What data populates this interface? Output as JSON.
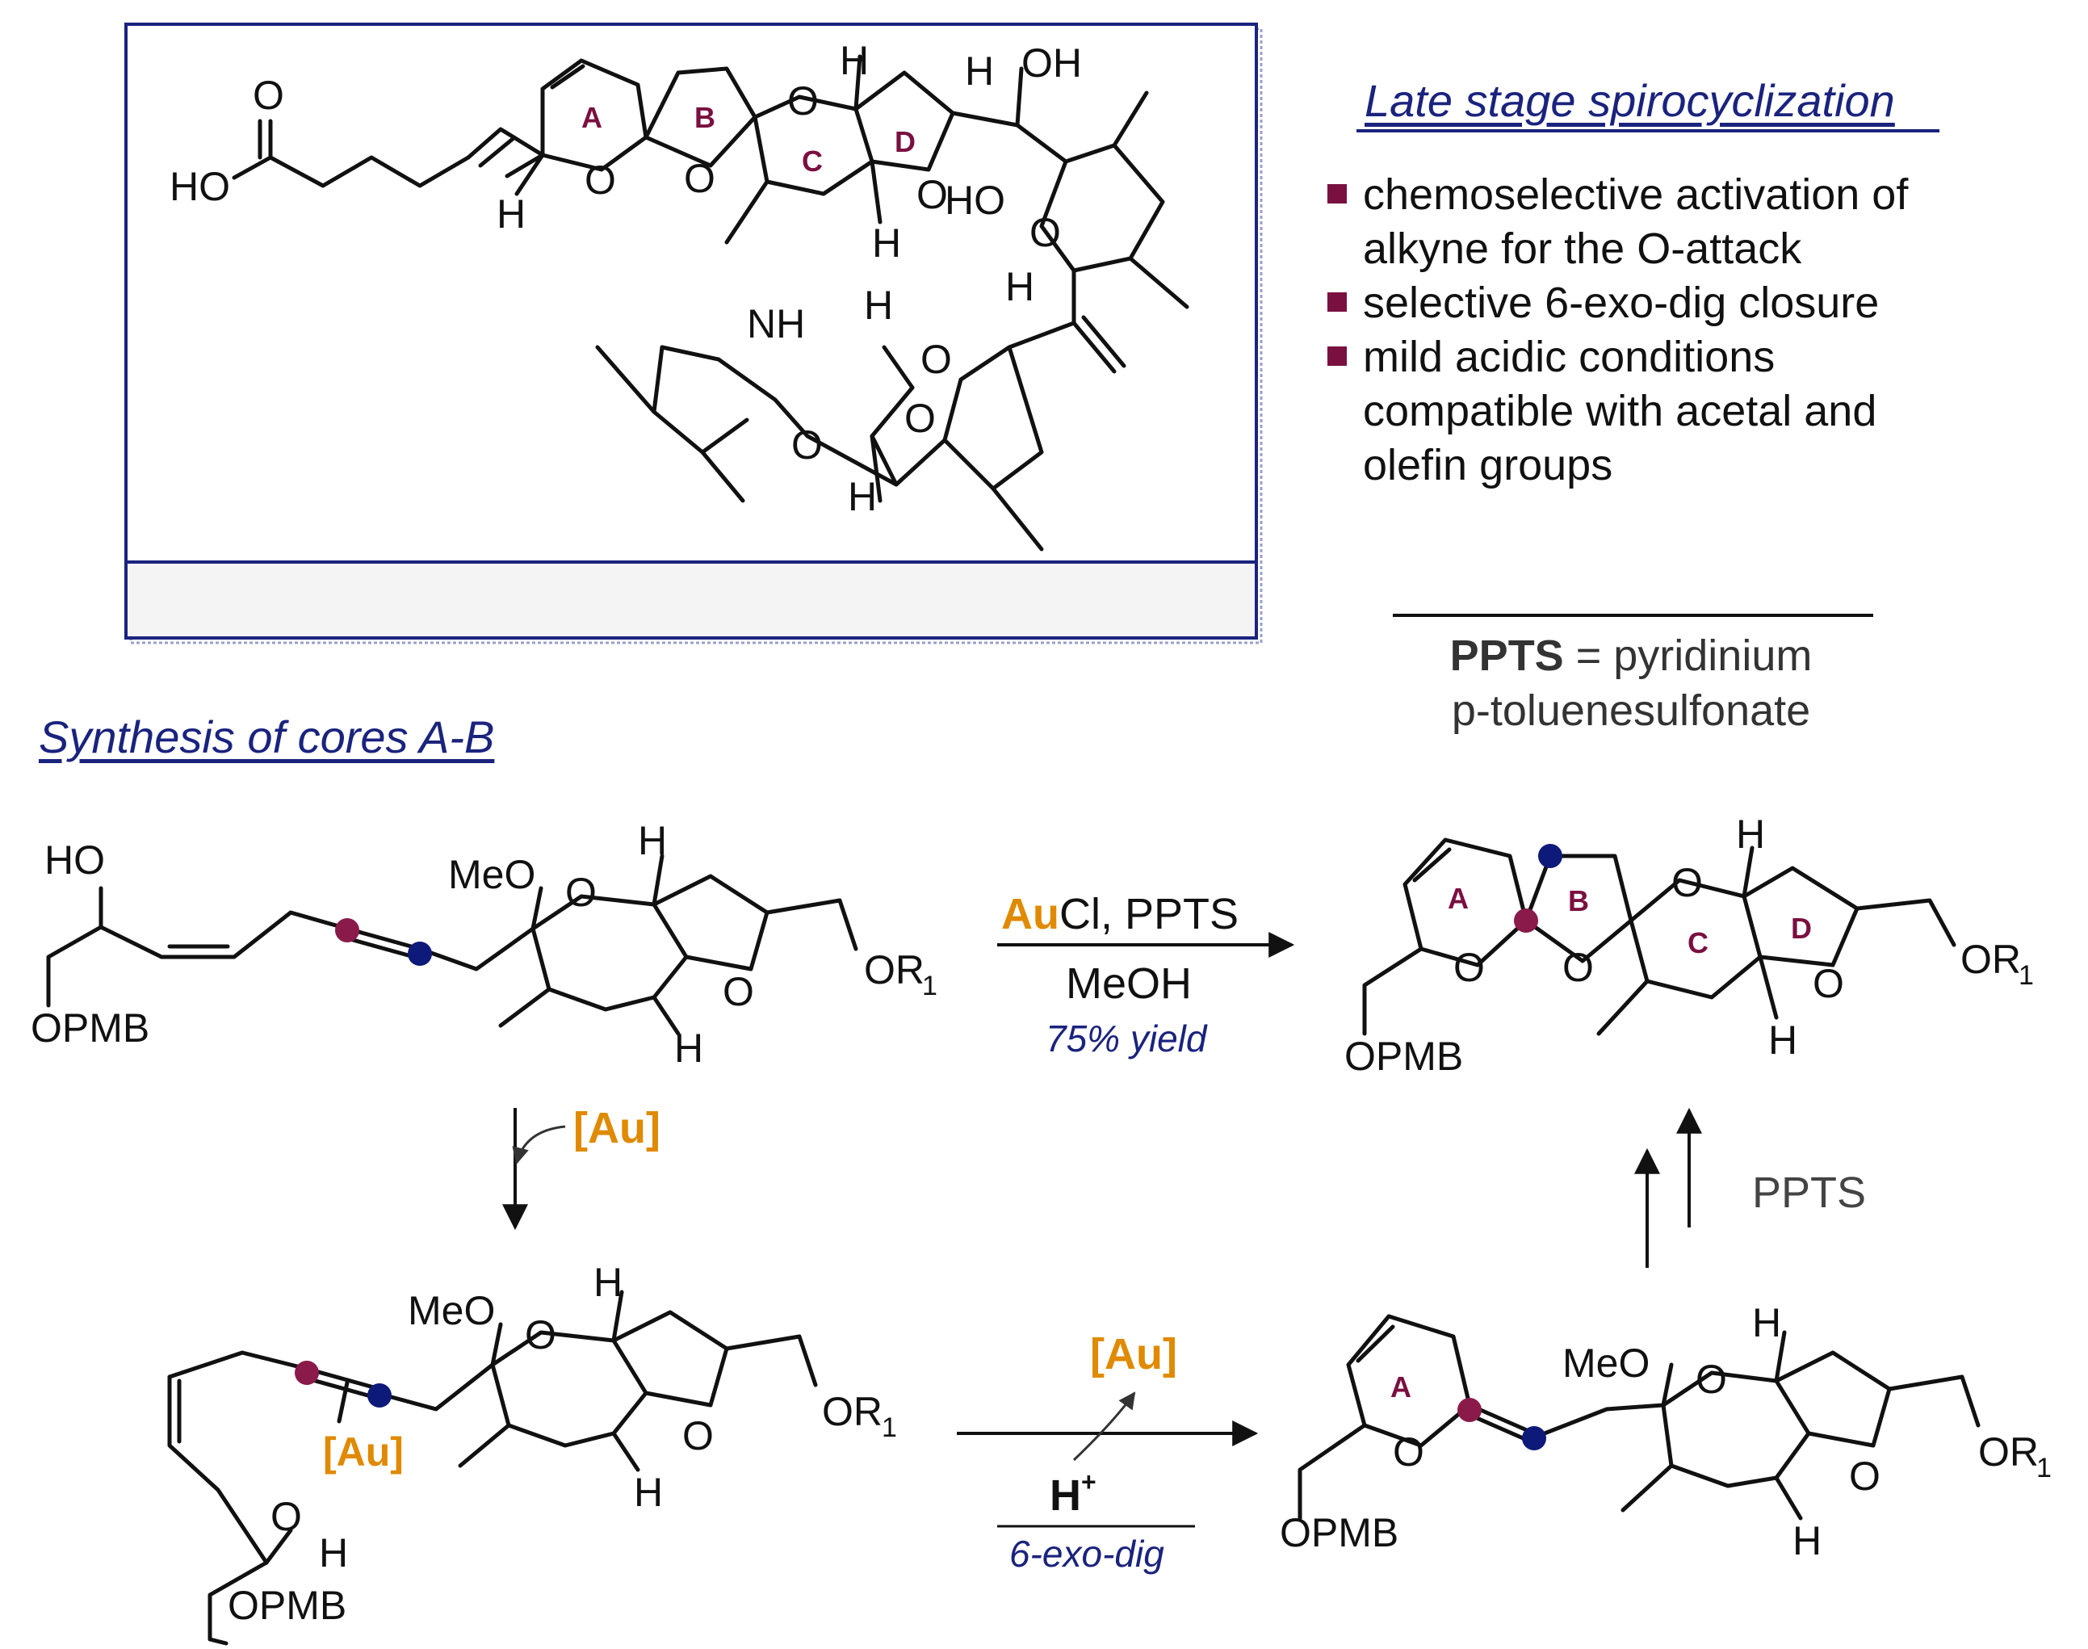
{
  "headers": {
    "late_stage": "Late stage spirocyclization",
    "synthesis": "Synthesis of cores A-B"
  },
  "bullets": [
    "chemoselective activation of alkyne for the O-attack",
    "selective 6-exo-dig closure",
    "mild acidic conditions compatible with acetal and olefin groups"
  ],
  "bullet_lines": [
    [
      "chemoselective activation of",
      "alkyne for the O-attack"
    ],
    [
      "selective 6-exo-dig closure"
    ],
    [
      "mild acidic conditions",
      "compatible with acetal and",
      "olefin groups"
    ]
  ],
  "definition": {
    "abbr": "PPTS",
    "line1_rest": " = pyridinium",
    "line2": "p-toluenesulfonate"
  },
  "reagents": {
    "au": "Au",
    "cl_ppts": "Cl, PPTS",
    "solvent": "MeOH",
    "yield": "75% yield",
    "catalyst": "[Au]",
    "proton": "H",
    "proton_sup": "+",
    "cyclization": "6-exo-dig",
    "ppts": "PPTS"
  },
  "atoms": {
    "O": "O",
    "H": "H",
    "HO": "HO",
    "OH": "OH",
    "NH": "NH",
    "MeO": "MeO",
    "OPMB": "OPMB",
    "OR": "OR",
    "sub1": "1",
    "OH_label": "OH"
  },
  "rings": {
    "A": "A",
    "B": "B",
    "C": "C",
    "D": "D"
  },
  "colors": {
    "ring_label": "#7a1040",
    "header_blue": "#1a237e",
    "gold": "#e08a00",
    "dot_maroon": "#8a1a4a",
    "dot_navy": "#0d1a7a",
    "box_border": "#1a237e"
  }
}
